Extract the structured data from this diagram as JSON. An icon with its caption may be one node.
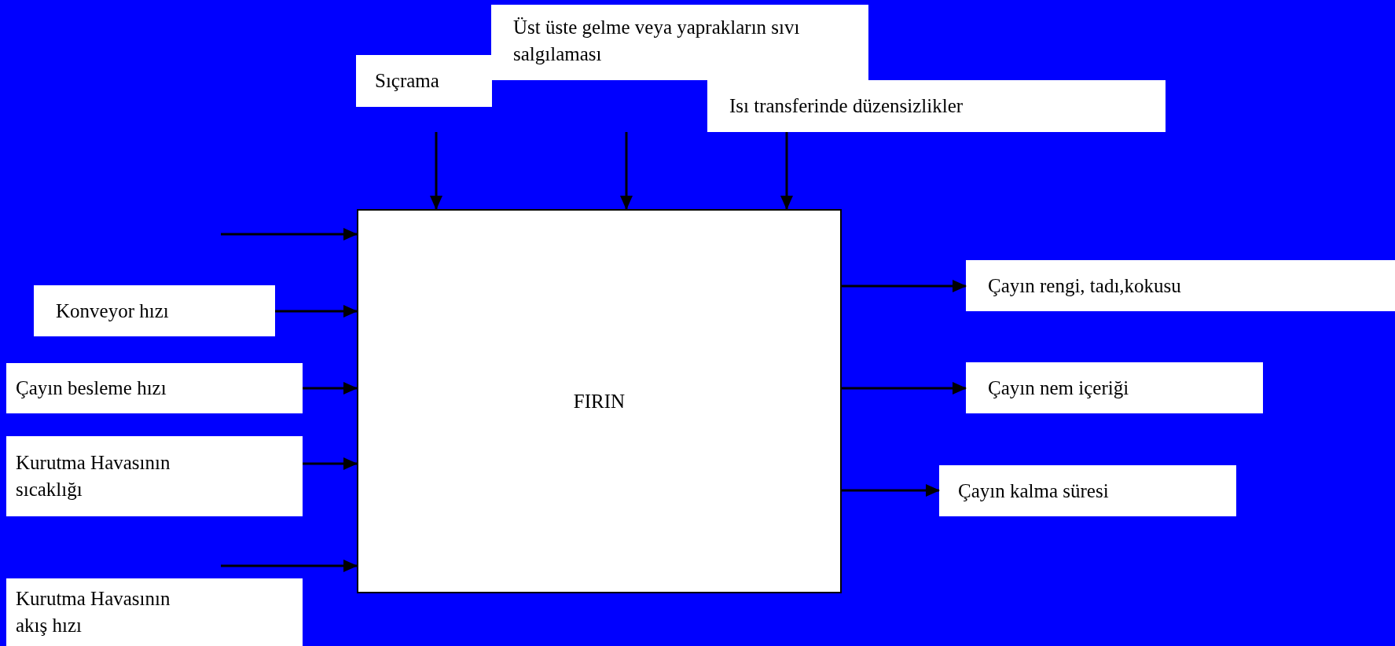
{
  "diagram": {
    "nodes": [
      {
        "text": [
          "Üst üste gelme veya yaprakların sıvı salgılaması"
        ]
      },
      {
        "text": [
          "Sıçrama"
        ]
      },
      {
        "text": [
          "Isı transferinde düzensizlikler"
        ]
      },
      {
        "text": [
          "FIRIN"
        ]
      },
      {
        "text": [
          "Konveyor hızı"
        ]
      },
      {
        "text": [
          "Çayın besleme hızı"
        ]
      },
      {
        "text": [
          "Kurutma Havasının sıcaklığı"
        ]
      },
      {
        "text": [
          "Kurutma Havasının akış hızı"
        ]
      },
      {
        "text": [
          "Çayın rengi, tadı,kokusu"
        ]
      },
      {
        "text": [
          "Çayın nem içeriği"
        ]
      },
      {
        "text": [
          "Çayın kalma süresi"
        ]
      }
    ],
    "edges": [
      {
        "from": null,
        "to": 3,
        "arrow": "to"
      },
      {
        "from": null,
        "to": 3,
        "arrow": "to"
      },
      {
        "from": 2,
        "to": 3,
        "arrow": "to"
      },
      {
        "from": null,
        "to": 3,
        "arrow": "to"
      },
      {
        "from": 4,
        "to": 3,
        "arrow": "to"
      },
      {
        "from": 5,
        "to": 3,
        "arrow": "to"
      },
      {
        "from": 6,
        "to": 3,
        "arrow": "to"
      },
      {
        "from": 7,
        "to": 3,
        "arrow": "to"
      },
      {
        "from": 3,
        "to": 8,
        "arrow": "to"
      },
      {
        "from": 3,
        "to": 9,
        "arrow": "to"
      },
      {
        "from": 3,
        "to": 10,
        "arrow": "to"
      }
    ]
  }
}
